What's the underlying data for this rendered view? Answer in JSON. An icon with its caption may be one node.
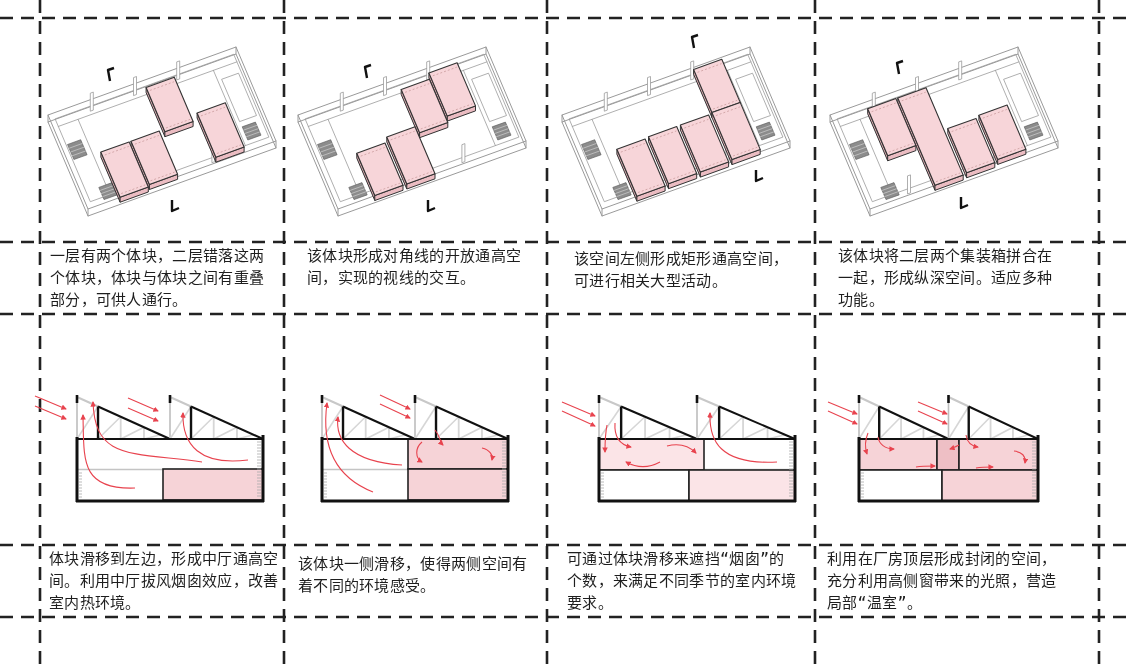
{
  "diagram": {
    "labels": [
      "一层有两个体块，二层错落这两个体块，体块与体块之间有重叠部分，可供人通行。",
      "该体块形成对角线的开放通高空间，实现的视线的交互。",
      "该空间左侧形成矩形通高空间，可进行相关大型活动。",
      "该体块将二层两个集装箱拼合在一起，形成纵深空间。适应多种功能。",
      "体块滑移到左边，形成中厅通高空间。利用中厅拔风烟囱效应，改善室内热环境。",
      "该体块一侧滑移，使得两侧空间有着不同的环境感受。",
      "可通过体块滑移来遮挡“烟囱”的个数，来满足不同季节的室内环境要求。",
      "利用在厂房顶层形成封闭的空间，充分利用高侧窗带来的光照，营造局部“温室”。"
    ]
  }
}
